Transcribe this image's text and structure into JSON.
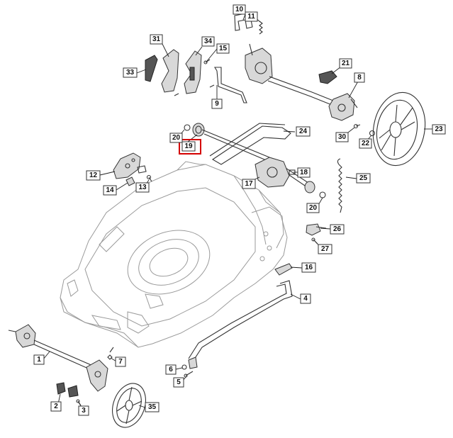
{
  "highlight_color": "#d40000",
  "highlighted_part": "19",
  "callouts": [
    {
      "id": "c10",
      "label": "10"
    },
    {
      "id": "c11",
      "label": "11"
    },
    {
      "id": "c31",
      "label": "31"
    },
    {
      "id": "c34",
      "label": "34"
    },
    {
      "id": "c15",
      "label": "15"
    },
    {
      "id": "c33",
      "label": "33"
    },
    {
      "id": "c9",
      "label": "9"
    },
    {
      "id": "c21",
      "label": "21"
    },
    {
      "id": "c8",
      "label": "8"
    },
    {
      "id": "c20a",
      "label": "20"
    },
    {
      "id": "c19",
      "label": "19"
    },
    {
      "id": "c24",
      "label": "24"
    },
    {
      "id": "c30",
      "label": "30"
    },
    {
      "id": "c22",
      "label": "22"
    },
    {
      "id": "c23",
      "label": "23"
    },
    {
      "id": "c12",
      "label": "12"
    },
    {
      "id": "c18",
      "label": "18"
    },
    {
      "id": "c25",
      "label": "25"
    },
    {
      "id": "c14",
      "label": "14"
    },
    {
      "id": "c13",
      "label": "13"
    },
    {
      "id": "c17",
      "label": "17"
    },
    {
      "id": "c20b",
      "label": "20"
    },
    {
      "id": "c26",
      "label": "26"
    },
    {
      "id": "c27",
      "label": "27"
    },
    {
      "id": "c16",
      "label": "16"
    },
    {
      "id": "c4",
      "label": "4"
    },
    {
      "id": "c1",
      "label": "1"
    },
    {
      "id": "c7",
      "label": "7"
    },
    {
      "id": "c6",
      "label": "6"
    },
    {
      "id": "c5",
      "label": "5"
    },
    {
      "id": "c2",
      "label": "2"
    },
    {
      "id": "c3",
      "label": "3"
    },
    {
      "id": "c35",
      "label": "35"
    }
  ]
}
